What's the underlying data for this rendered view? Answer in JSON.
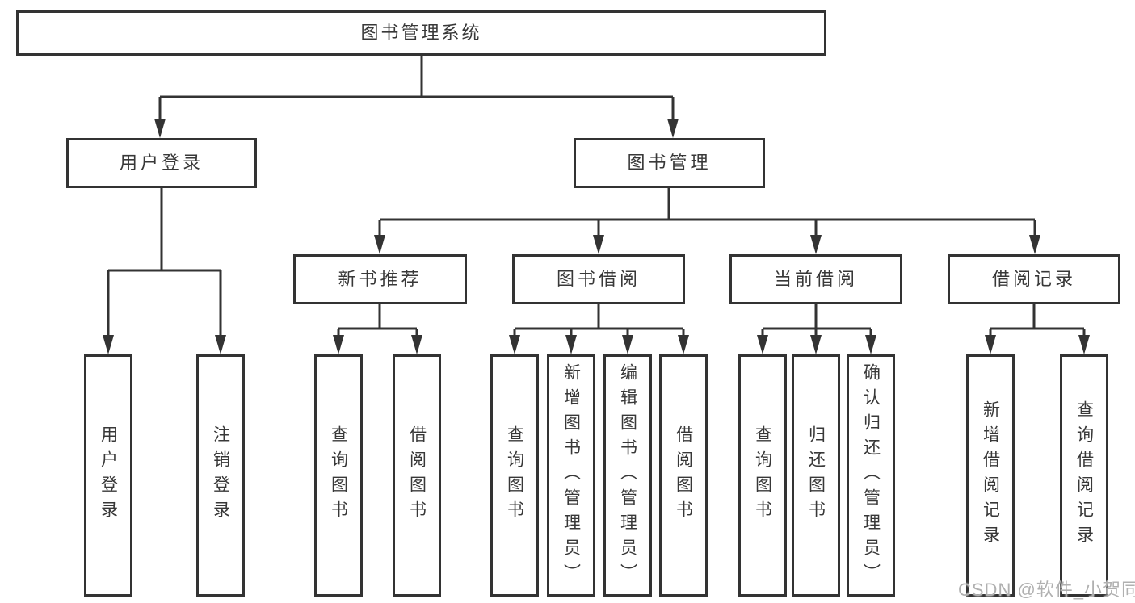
{
  "tree": {
    "root": {
      "label": "图书管理系统"
    },
    "level2": [
      {
        "label": "用户登录",
        "children": [
          {
            "label": "用户登录"
          },
          {
            "label": "注销登录"
          }
        ]
      },
      {
        "label": "图书管理",
        "children": [
          {
            "label": "新书推荐",
            "children": [
              {
                "label": "查询图书"
              },
              {
                "label": "借阅图书"
              }
            ]
          },
          {
            "label": "图书借阅",
            "children": [
              {
                "label": "查询图书"
              },
              {
                "label": "新增图书（管理员）"
              },
              {
                "label": "编辑图书（管理员）"
              },
              {
                "label": "借阅图书"
              }
            ]
          },
          {
            "label": "当前借阅",
            "children": [
              {
                "label": "查询图书"
              },
              {
                "label": "归还图书"
              },
              {
                "label": "确认归还（管理员）"
              }
            ]
          },
          {
            "label": "借阅记录",
            "children": [
              {
                "label": "新增借阅记录"
              },
              {
                "label": "查询借阅记录"
              }
            ]
          }
        ]
      }
    ]
  },
  "watermark": {
    "text": "CSDN @软件_小贺同学"
  },
  "colors": {
    "line": "#333333",
    "box_border": "#333333",
    "text": "#383838",
    "background": "#ffffff",
    "watermark": "#b0b0b0"
  }
}
